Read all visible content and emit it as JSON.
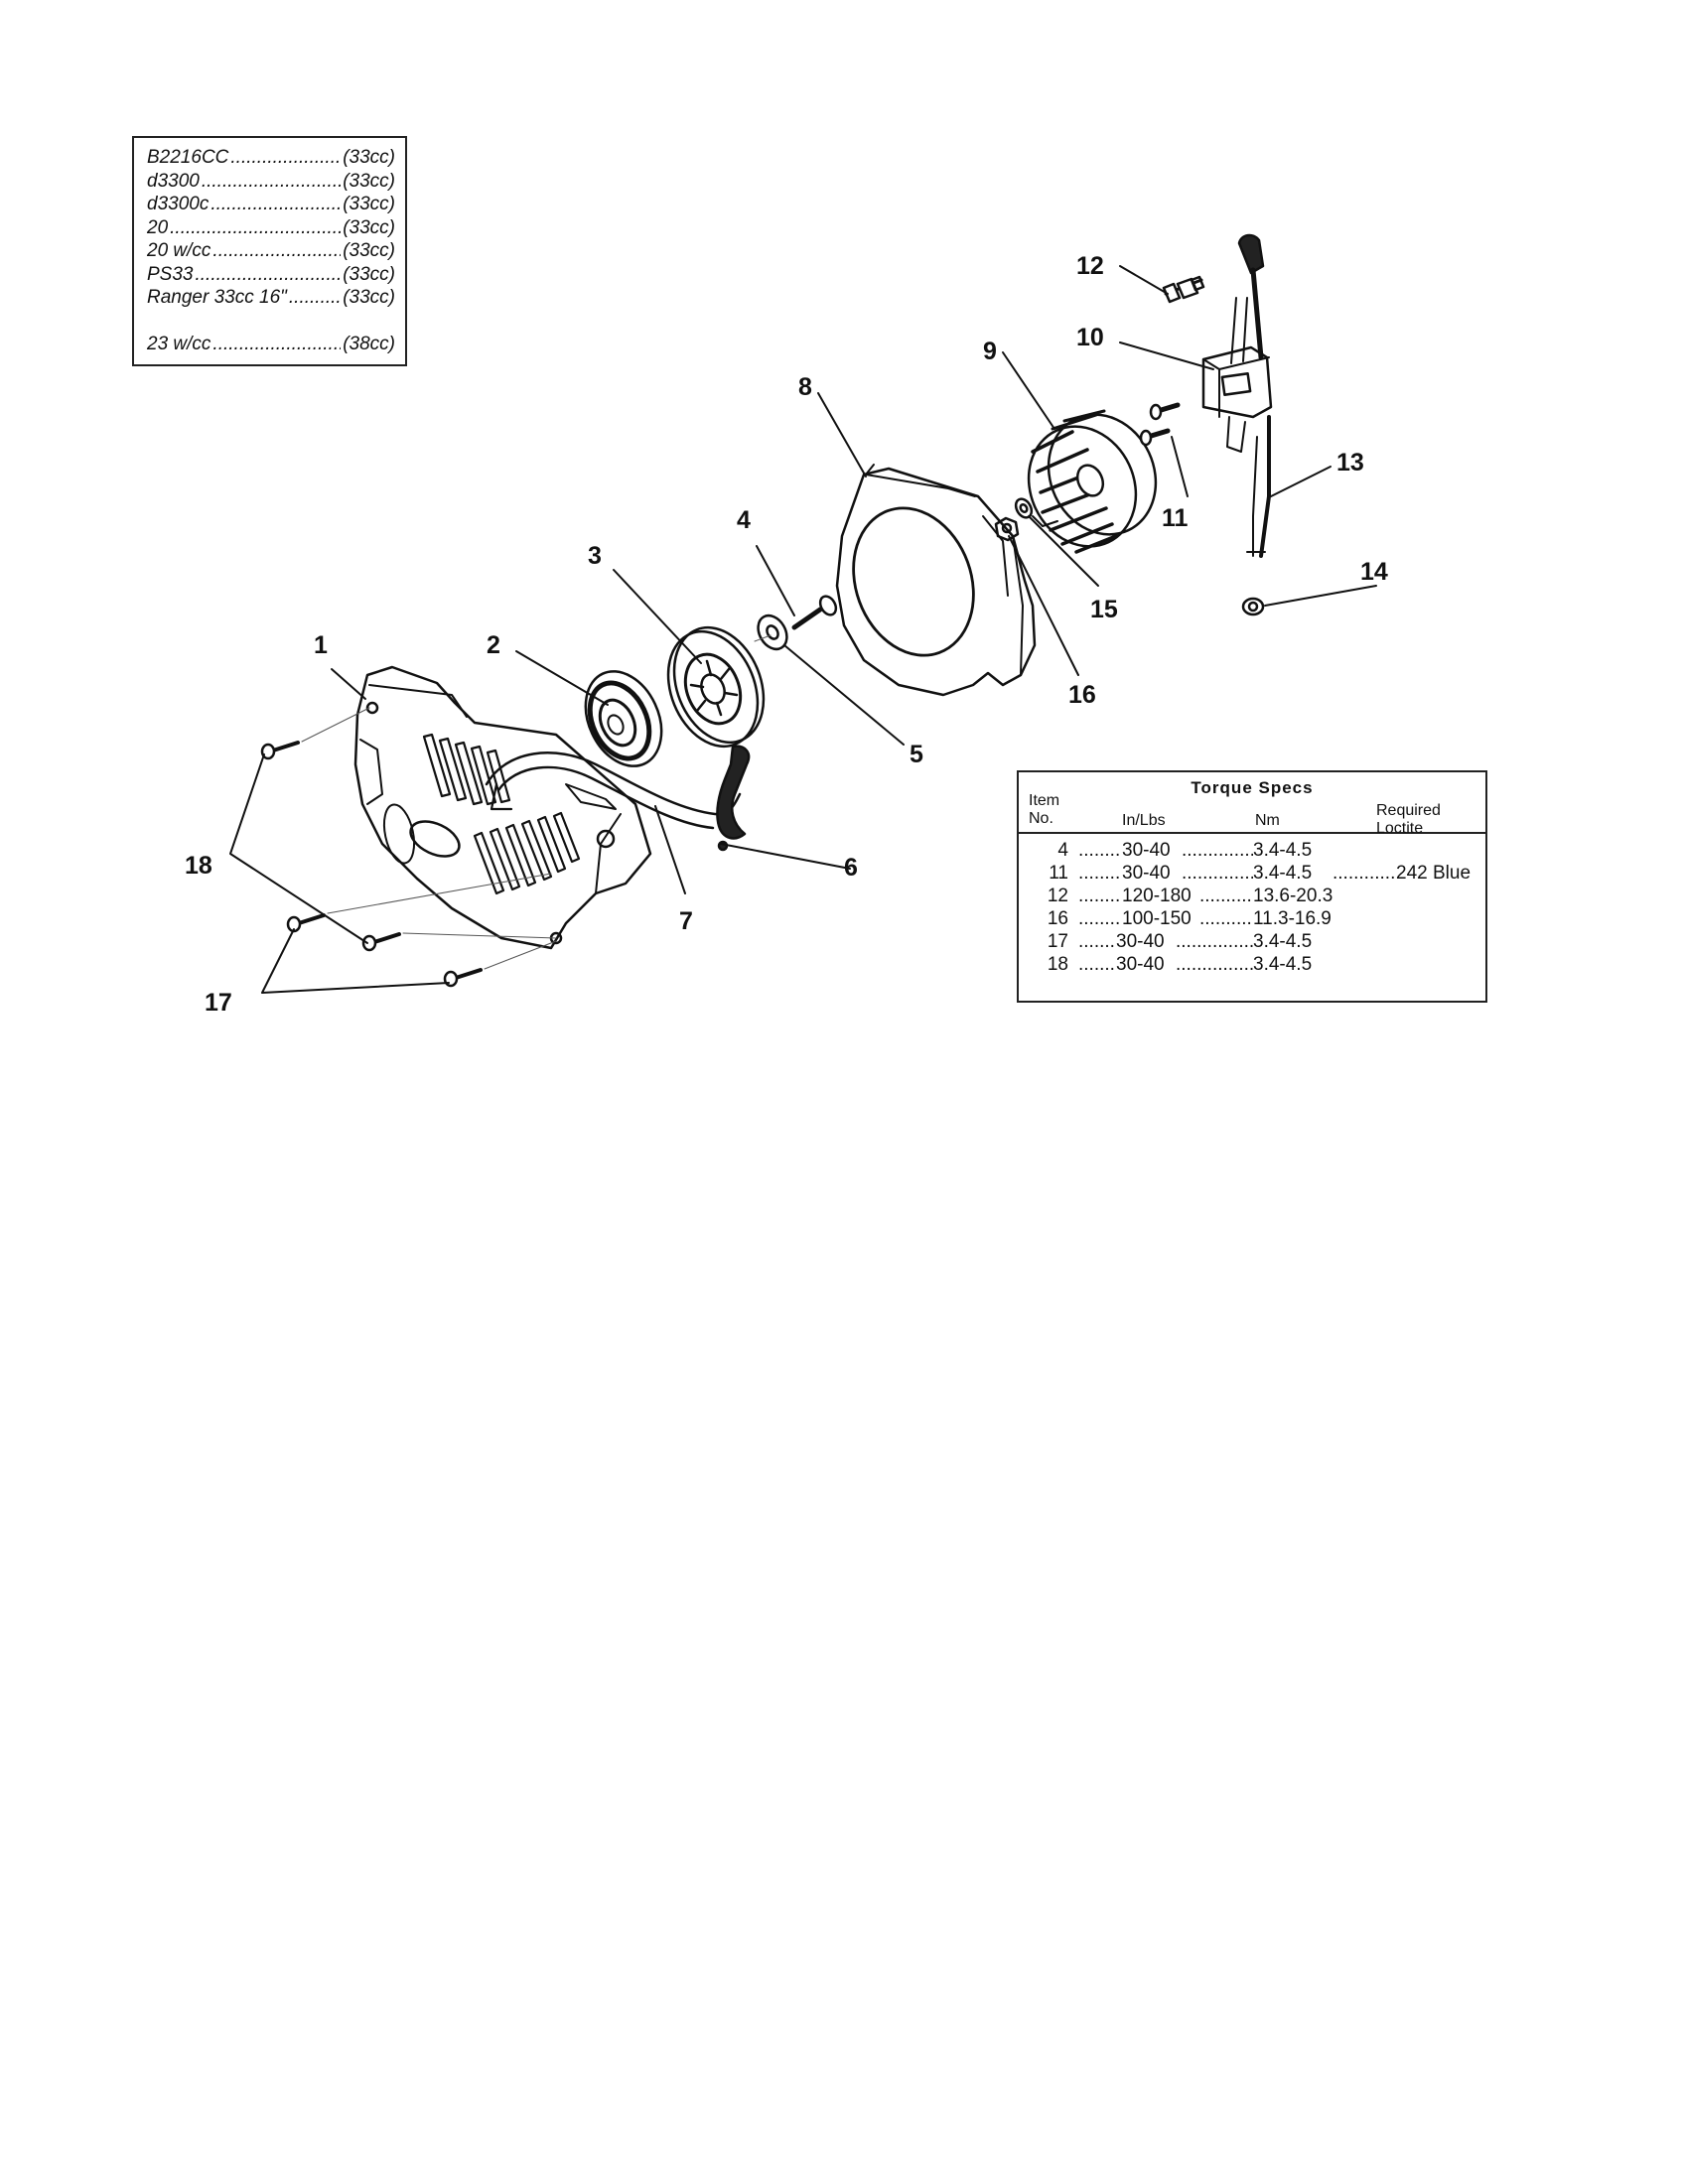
{
  "models": [
    {
      "name": "B2216CC",
      "cc": "(33cc)"
    },
    {
      "name": "d3300",
      "cc": "(33cc)"
    },
    {
      "name": "d3300c",
      "cc": "(33cc)"
    },
    {
      "name": "20",
      "cc": "(33cc)"
    },
    {
      "name": "20 w/cc",
      "cc": "(33cc)"
    },
    {
      "name": "PS33",
      "cc": "(33cc)"
    },
    {
      "name": "Ranger 33cc 16\"",
      "cc": "(33cc)"
    },
    {
      "name": "23 w/cc",
      "cc": "(38cc)"
    }
  ],
  "callouts": [
    "1",
    "2",
    "3",
    "4",
    "5",
    "6",
    "7",
    "8",
    "9",
    "10",
    "11",
    "12",
    "13",
    "14",
    "15",
    "16",
    "17",
    "18"
  ],
  "torque": {
    "title": "Torque Specs",
    "headers": {
      "item": "Item",
      "no": "No.",
      "inlbs": "In/Lbs",
      "nm": "Nm",
      "required": "Required",
      "loctite": "Loctite"
    },
    "rows": [
      {
        "item": "4",
        "inlbs": "30-40",
        "nm": "3.4-4.5",
        "loctite": ""
      },
      {
        "item": "11",
        "inlbs": "30-40",
        "nm": "3.4-4.5",
        "loctite": "242 Blue"
      },
      {
        "item": "12",
        "inlbs": "120-180",
        "nm": "13.6-20.3",
        "loctite": ""
      },
      {
        "item": "16",
        "inlbs": "100-150",
        "nm": "11.3-16.9",
        "loctite": ""
      },
      {
        "item": "17",
        "inlbs": "30-40",
        "nm": "3.4-4.5",
        "loctite": ""
      },
      {
        "item": "18",
        "inlbs": "30-40",
        "nm": "3.4-4.5",
        "loctite": ""
      }
    ]
  }
}
